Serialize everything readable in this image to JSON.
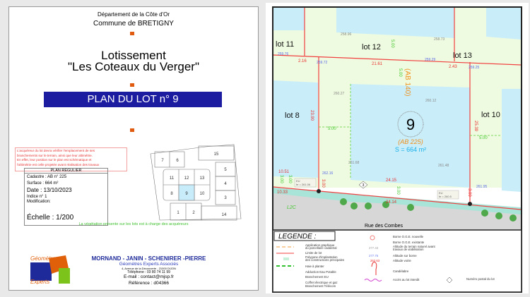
{
  "header": {
    "departement": "Département de la Côte d'Or",
    "commune": "Commune de BRETIGNY"
  },
  "title": {
    "line1": "Lotissement",
    "line2": "\"Les Coteaux du Verger\""
  },
  "plan_banner": "PLAN DU LOT  n° 9",
  "notice": [
    "L'acquéreur du lot devra vérifier l'emplacement de ses",
    "branchements sur le terrain, ainsi que leur altimétrie.",
    "En effet, leur position sur le plan est schématique et",
    "l'altimétrie est celle projetée avant réalisation des travaux"
  ],
  "info": {
    "heading": "PLAN RÉGULIER",
    "cadastre": "Cadastre : AB n° 225",
    "surface": "Surface :  664 m²",
    "date": "Date : 13/10/2023",
    "indice": "Indice n° 1",
    "modification": "Modification:",
    "echelle": "Échelle :  1/200"
  },
  "key_plan": {
    "lots": [
      "1",
      "2",
      "3",
      "4",
      "5",
      "6",
      "7",
      "8",
      "9",
      "10",
      "11",
      "12",
      "13",
      "14",
      "15"
    ],
    "highlight": "9",
    "highlight_color": "#c8ecfa"
  },
  "vegetation_note": "La végétation présente sur les lots est à charge des acquéreurs",
  "company": {
    "logo_top": "Géomètres",
    "logo_bottom": "Experts",
    "name": "MORNAND - JANIN - SCHENIRER -PIERRE",
    "subtitle": "Géomètres Experts Associés",
    "address": "4, Avenue de la Découverte - 21000 DIJON",
    "phone": "Téléphone  : 03 80 74 11 99",
    "email": "E-mail : contact@mjsp.fr",
    "reference": "Référence : d04366"
  },
  "map": {
    "lots": {
      "lot11": "lot 11",
      "lot12": "lot 12",
      "lot13": "lot 13",
      "lot8": "lot 8",
      "lot10": "lot 10"
    },
    "lot_number": "9",
    "cadastre": "(AB 225)",
    "surface": "S = 664 m²",
    "parcel_ab140": "(AB 140)",
    "altitudes_terrain": [
      "258.96",
      "258.73",
      "260.27",
      "260.12",
      "261.68",
      "261.48"
    ],
    "altitudes_borne": [
      "259.76",
      "259.72",
      "259.29",
      "259.25",
      "262.16",
      "261.95"
    ],
    "dimensions": [
      "2.16",
      "21.61",
      "2.43",
      "23.90",
      "25.39",
      "10.51",
      "10.33",
      "24.15",
      "24.14",
      "3.00",
      "3.00"
    ],
    "setbacks": [
      "5.00",
      "5.00",
      "5.00",
      "5.00",
      "3.00",
      "3.00",
      "3.00"
    ],
    "postal": "3",
    "street": "Rue des Combes",
    "l2c": "L2C",
    "eu1": "EU",
    "eu1_fe": "fe = 261.06",
    "eu2": "EU",
    "eu2_fe": "fe = 260.5",
    "colors": {
      "lot_blue": "#c9eefa",
      "lot_green": "#effbe0",
      "limit_red": "#f04040",
      "road": "#d7d7d7",
      "verge": "#a8e4d8"
    }
  },
  "legend": {
    "title": "LEGENDE :",
    "items": [
      "Application graphique",
      "du parcellaire cadastral",
      "Limite de lot",
      "Polygone d'implantation",
      "des constructions principales",
      "Haie à planter",
      "Adduction Eau Potable",
      "Branchement EU",
      "Coffret électrique et gaz",
      "Branchement Télécom",
      "Borne O.G.E. nouvelle",
      "Borne O.G.E. existante",
      "277.43",
      "Altitude du terrain naturel avant",
      "travaux de viabilisation",
      "277.75",
      "Altitude sur borne",
      "262.63",
      "Altitude voirie",
      "Candélabre",
      "Accès au lot interdit",
      "Numéro postal du lot"
    ]
  }
}
